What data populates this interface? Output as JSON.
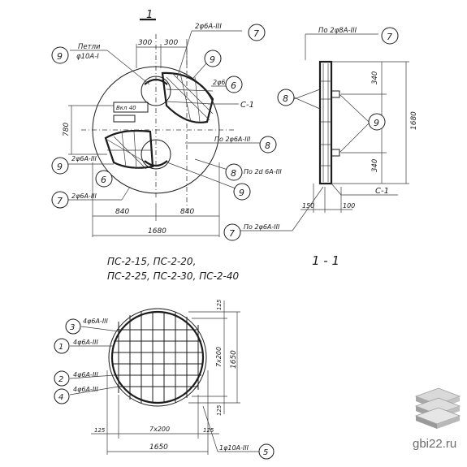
{
  "section_mark": "1",
  "plan": {
    "note_loops": "Петли",
    "note_loops_bar": "φ10А-I",
    "top_dims": [
      "300",
      "300"
    ],
    "rebar_2f6": "2φ6А-III",
    "rebar_2f6_b": "2φ6А-III",
    "rebar_2f6_c": "2φ6А-III",
    "rebar_2f6_d": "2φ6А-III",
    "rebar_po_2f6": "По 2φ6А-III",
    "rebar_po_2d6": "По 2d 6А-III",
    "rebar_po_2f6_bottom": "По 2φ6А-III",
    "label_c1": "С-1",
    "left_dim": "780",
    "inner_tag": "Вкл 40",
    "half_dims": [
      "840",
      "840"
    ],
    "total_dim": "1680",
    "bubbles": [
      "9",
      "9",
      "7",
      "6",
      "9",
      "6",
      "7",
      "8",
      "8",
      "9",
      "7"
    ]
  },
  "section": {
    "title": "1 - 1",
    "top_label": "По 2φ8А-III",
    "dims_right": [
      "340",
      "340"
    ],
    "total_right": "1680",
    "bottom_dims": [
      "150",
      "100"
    ],
    "label_c1": "С-1",
    "bubbles": [
      "7",
      "8",
      "9"
    ]
  },
  "models": {
    "line1": "ПС-2-15,  ПС-2-20,",
    "line2": "ПС-2-25,  ПС-2-30,  ПС-2-40"
  },
  "mesh": {
    "rebars": [
      "4φ6А-III",
      "4φ6А-III",
      "4φ6А-III",
      "4φ6А-III"
    ],
    "bubbles": [
      "3",
      "1",
      "2",
      "4",
      "5"
    ],
    "right_dims": [
      "125",
      "7x200",
      "125"
    ],
    "right_total": "1650",
    "bottom_dims": [
      "125",
      "7x200",
      "125"
    ],
    "bottom_total": "1650",
    "bottom_rebar": "1φ10А-III"
  },
  "watermark": {
    "text": "gbi22.ru",
    "icon": "stacked-slabs-logo-icon"
  }
}
